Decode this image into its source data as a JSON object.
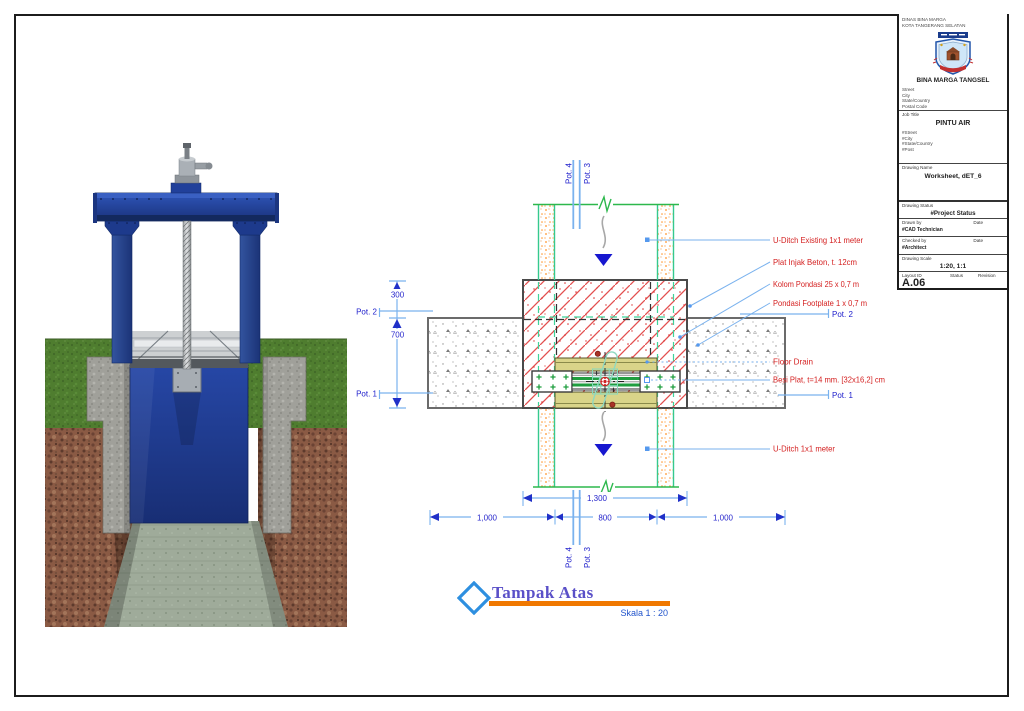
{
  "sheet": {
    "background": "#ffffff",
    "border_color": "#1c1c1c"
  },
  "title_block": {
    "agency_line1": "DINAS BINA MARGA",
    "agency_line2": "KOTA TANGERANG SELATAN",
    "org_name": "BINA MARGA TANGSEL",
    "address_lines": [
      "Street",
      "City",
      "State/Country",
      "Postal Code"
    ],
    "job_title_label": "Job Title",
    "job_title": "PINTU AIR",
    "job_fields": [
      "#Street",
      "#City",
      "#State/Country",
      "#Post"
    ],
    "drawing_name_label": "Drawing Name",
    "drawing_name": "Worksheet, dET_6",
    "drawing_status_label": "Drawing Status",
    "drawing_status": "#Project Status",
    "drawn_by_label": "Drawn by",
    "drawn_by": "#CAD Technician",
    "checked_by_label": "Checked by",
    "checked_by": "#Architect",
    "date_label": "Date",
    "drawing_scale_label": "Drawing Scale",
    "drawing_scale": "1:20, 1:1",
    "layout_id_label": "Layout ID",
    "layout_id": "A.06",
    "status_label": "Status",
    "revision_label": "Revision"
  },
  "drawing": {
    "title": "Tampak Atas",
    "scale_text": "Skala  1 : 20",
    "annotations": [
      {
        "label": "U-Ditch Existing 1x1 meter"
      },
      {
        "label": "Plat Injak Beton, t. 12cm"
      },
      {
        "label": "Kolom Pondasi 25 x 0,7 m"
      },
      {
        "label": "Pondasi Footplate 1 x 0,7 m"
      },
      {
        "label": "Floor Drain"
      },
      {
        "label": "Besi Plat, t=14 mm. [32x16,2] cm"
      },
      {
        "label": "U-Ditch 1x1 meter"
      }
    ],
    "sections": {
      "pot1": "Pot. 1",
      "pot2": "Pot. 2",
      "pot3": "Pot. 3",
      "pot4": "Pot. 4"
    },
    "dims": {
      "d300": "300",
      "d700": "700",
      "d1300": "1,300",
      "d1000a": "1,000",
      "d800": "800",
      "d1000b": "1,000"
    }
  },
  "colors": {
    "annotation_red": "#d42020",
    "dim_blue": "#2727cc",
    "leader_blue": "#7ab2ee",
    "hatch_red": "#e34f4f",
    "ditch_teal": "#35c98e",
    "cap_green": "#2db84d",
    "khaki": "#d9d489",
    "steel_blue": "#1e3f96",
    "title_purple": "#5a50c8",
    "orange_bar": "#f07800"
  }
}
